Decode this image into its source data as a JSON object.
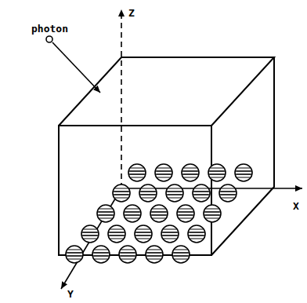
{
  "diagram": {
    "labels": [
      "photon",
      "Z",
      "X",
      "Y"
    ]
  }
}
